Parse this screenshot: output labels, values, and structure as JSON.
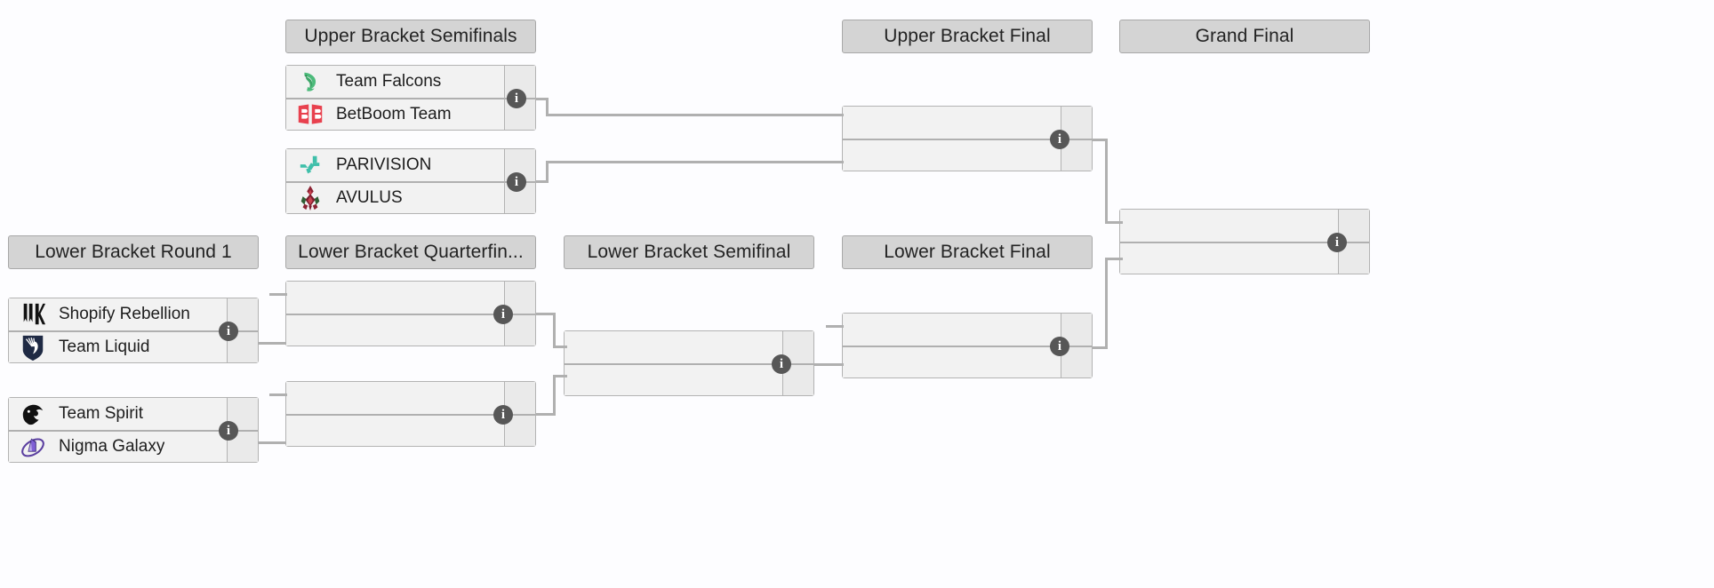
{
  "rounds": [
    {
      "id": "lower-bracket-round-1",
      "label": "Lower Bracket Round 1"
    },
    {
      "id": "upper-bracket-semifinals",
      "label": "Upper Bracket Semifinals"
    },
    {
      "id": "lower-bracket-quarterfinals",
      "label": "Lower Bracket Quarterfin..."
    },
    {
      "id": "lower-bracket-semifinal",
      "label": "Lower Bracket Semifinal"
    },
    {
      "id": "upper-bracket-final",
      "label": "Upper Bracket Final"
    },
    {
      "id": "lower-bracket-final",
      "label": "Lower Bracket Final"
    },
    {
      "id": "grand-final",
      "label": "Grand Final"
    }
  ],
  "matches": {
    "ubsf1": {
      "round": "Upper Bracket Semifinals",
      "teams": [
        {
          "name": "Team Falcons",
          "logo": "falcons-logo",
          "score": ""
        },
        {
          "name": "BetBoom Team",
          "logo": "betboom-logo",
          "score": ""
        }
      ],
      "info": "i"
    },
    "ubsf2": {
      "round": "Upper Bracket Semifinals",
      "teams": [
        {
          "name": "PARIVISION",
          "logo": "parivision-logo",
          "score": ""
        },
        {
          "name": "AVULUS",
          "logo": "avulus-logo",
          "score": ""
        }
      ],
      "info": "i"
    },
    "lbr1m1": {
      "round": "Lower Bracket Round 1",
      "teams": [
        {
          "name": "Shopify Rebellion",
          "logo": "shopify-rebellion-logo",
          "score": ""
        },
        {
          "name": "Team Liquid",
          "logo": "team-liquid-logo",
          "score": ""
        }
      ],
      "info": "i"
    },
    "lbr1m2": {
      "round": "Lower Bracket Round 1",
      "teams": [
        {
          "name": "Team Spirit",
          "logo": "team-spirit-logo",
          "score": ""
        },
        {
          "name": "Nigma Galaxy",
          "logo": "nigma-galaxy-logo",
          "score": ""
        }
      ],
      "info": "i"
    },
    "ubf": {
      "round": "Upper Bracket Final",
      "teams": [
        {
          "name": "",
          "logo": "",
          "score": ""
        },
        {
          "name": "",
          "logo": "",
          "score": ""
        }
      ],
      "info": "i"
    },
    "lbqf1": {
      "round": "Lower Bracket Quarterfin...",
      "teams": [
        {
          "name": "",
          "logo": "",
          "score": ""
        },
        {
          "name": "",
          "logo": "",
          "score": ""
        }
      ],
      "info": "i"
    },
    "lbqf2": {
      "round": "Lower Bracket Quarterfin...",
      "teams": [
        {
          "name": "",
          "logo": "",
          "score": ""
        },
        {
          "name": "",
          "logo": "",
          "score": ""
        }
      ],
      "info": "i"
    },
    "lbsf": {
      "round": "Lower Bracket Semifinal",
      "teams": [
        {
          "name": "",
          "logo": "",
          "score": ""
        },
        {
          "name": "",
          "logo": "",
          "score": ""
        }
      ],
      "info": "i"
    },
    "lbf": {
      "round": "Lower Bracket Final",
      "teams": [
        {
          "name": "",
          "logo": "",
          "score": ""
        },
        {
          "name": "",
          "logo": "",
          "score": ""
        }
      ],
      "info": "i"
    },
    "gf": {
      "round": "Grand Final",
      "teams": [
        {
          "name": "",
          "logo": "",
          "score": ""
        },
        {
          "name": "",
          "logo": "",
          "score": ""
        }
      ],
      "info": "i"
    }
  },
  "colors": {
    "header_bg": "#d4d4d4",
    "header_border": "#a8a8a8",
    "match_bg": "#f2f2f2",
    "match_border": "#b3b3b3",
    "score_bg": "#eaeaea",
    "connector": "#b0b0b0",
    "info_badge_bg": "#575757",
    "page_bg": "#fdfdff",
    "falcons_green": "#4cbb7b",
    "betboom_red": "#e8414e",
    "parivision_teal": "#3fbfaa",
    "avulus_maroon": "#8c2233",
    "liquid_navy": "#1f2a44",
    "spirit_black": "#111111",
    "nigma_purple": "#5b3fa0"
  }
}
